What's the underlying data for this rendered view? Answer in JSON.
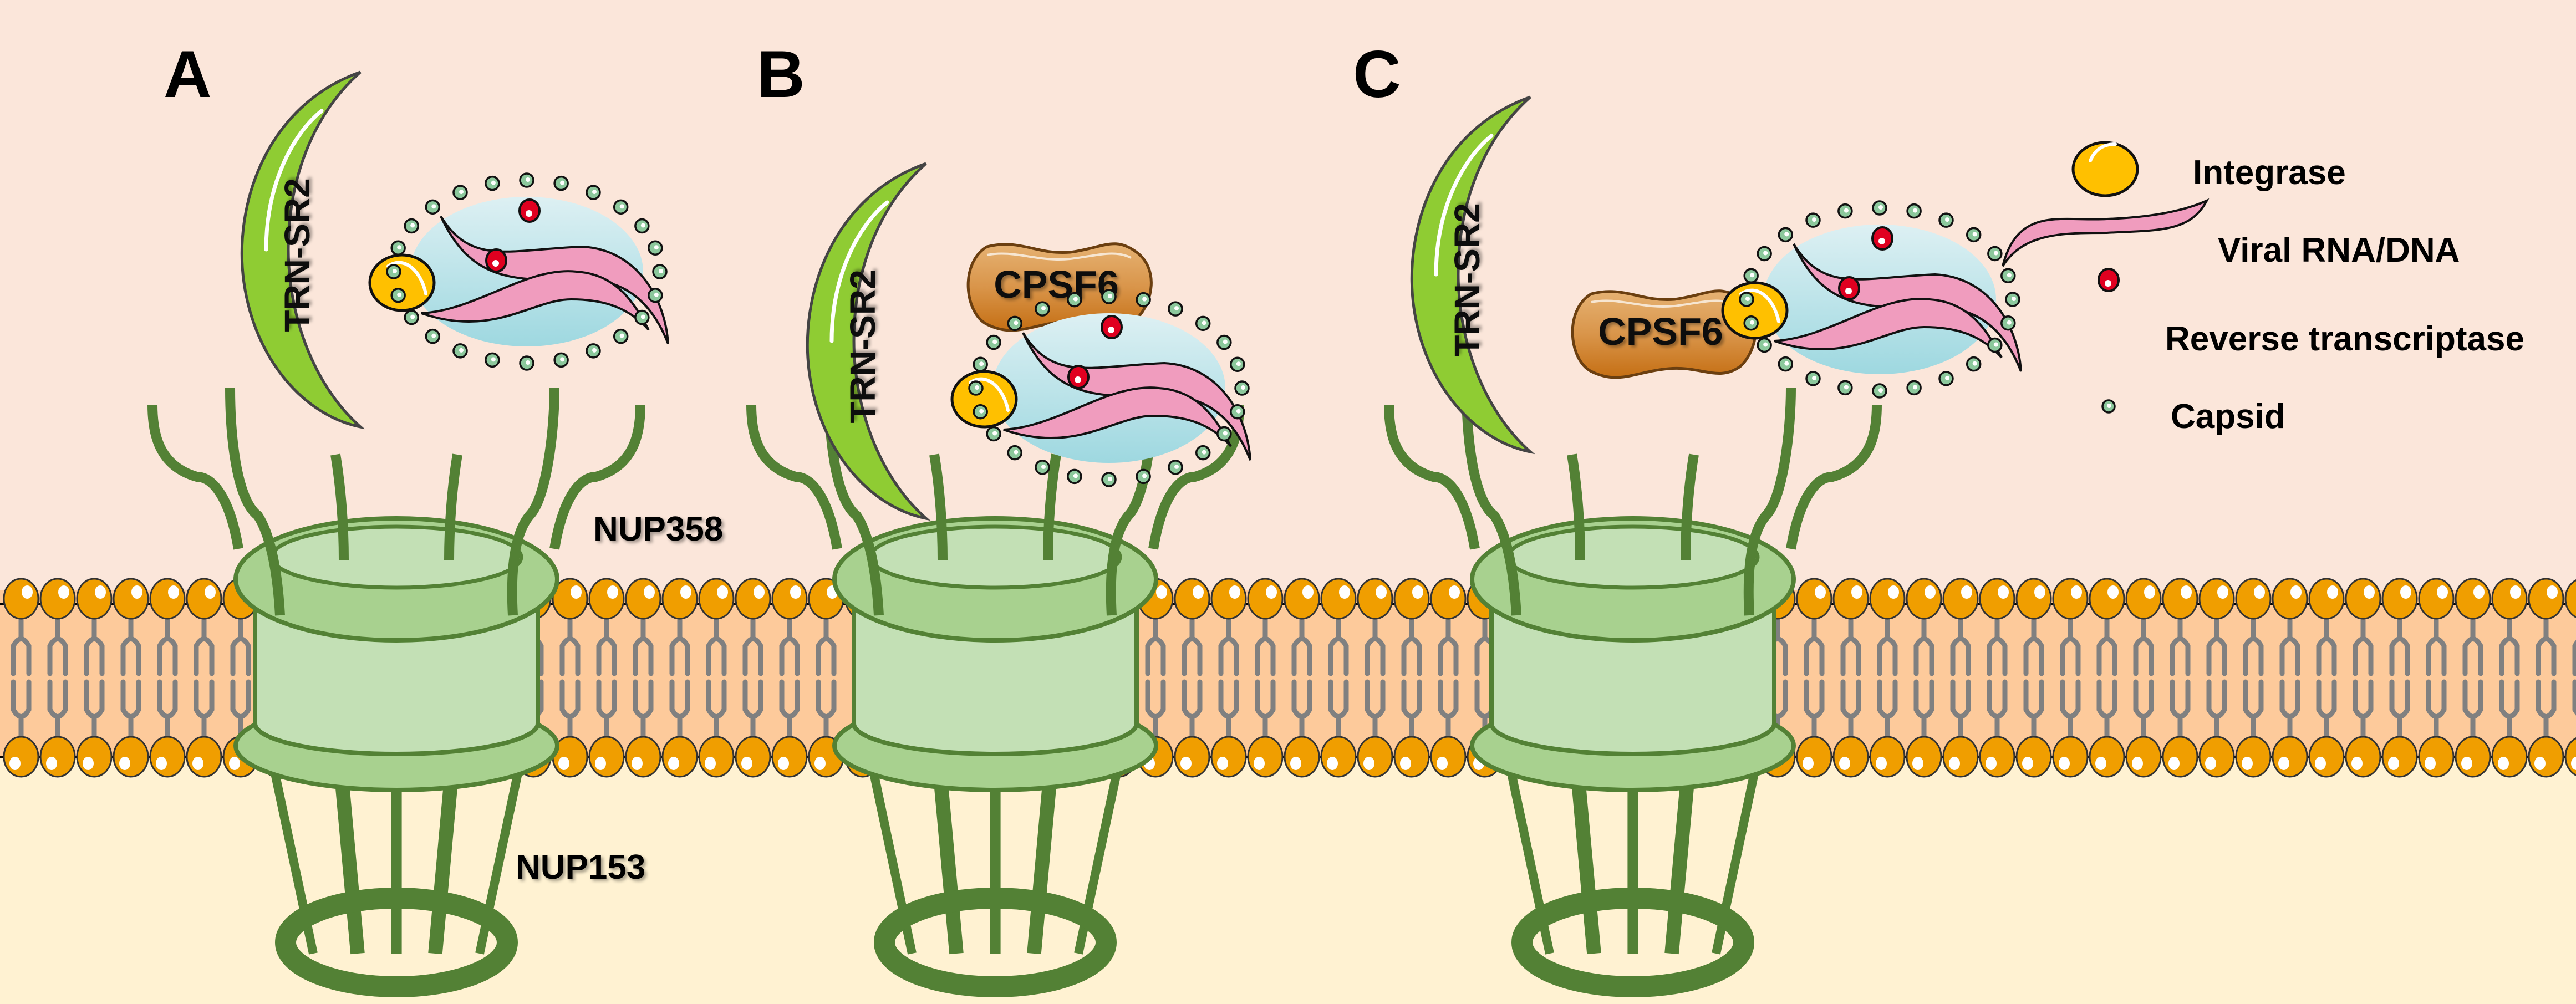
{
  "figure": {
    "title": "HIV-1 pre-integration complex nuclear import through the nuclear pore",
    "colors": {
      "cytoplasm": "#fbe6da",
      "nucleoplasm": "#fff2d2",
      "membrane_core": "#fdca9b",
      "lipid_head": "#f09e00",
      "lipid_tail": "#808080",
      "pore_light": "#c3e0b5",
      "pore_mid": "#a8d18f",
      "pore_dark": "#538135",
      "trn_sr2": "#8fcc33",
      "trn_sr2_edge": "#b9e27a",
      "cpsf6": "#d38a33",
      "integrase": "#ffc000",
      "viral_rna": "#f09cbe",
      "reverse_transcriptase": "#e00020",
      "capsid_dot": "#8cc89c",
      "core_fill": "#c8e8ee"
    }
  },
  "panels": [
    {
      "letter": "A",
      "trn_label": "TRN-SR2",
      "cpsf6_label": null,
      "nup358_label": "NUP358",
      "nup153_label": "NUP153"
    },
    {
      "letter": "B",
      "trn_label": "TRN-SR2",
      "cpsf6_label": "CPSF6",
      "nup358_label": null,
      "nup153_label": null
    },
    {
      "letter": "C",
      "trn_label": "TRN-SR2",
      "cpsf6_label": "CPSF6",
      "nup358_label": null,
      "nup153_label": null
    }
  ],
  "legend": {
    "items": [
      {
        "icon": "integrase-icon",
        "label": "Integrase"
      },
      {
        "icon": "viral-rna-icon",
        "label": "Viral RNA/DNA"
      },
      {
        "icon": "reverse-transcriptase-icon",
        "label": "Reverse transcriptase"
      },
      {
        "icon": "capsid-icon",
        "label": "Capsid"
      }
    ]
  }
}
